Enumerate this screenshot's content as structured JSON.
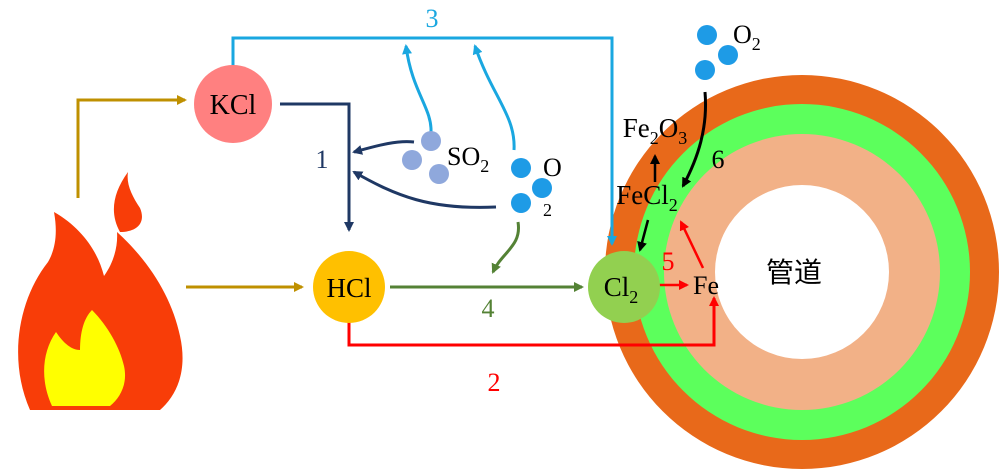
{
  "nodes": {
    "kcl": "KCl",
    "hcl": "HCl",
    "cl2_main": "Cl",
    "cl2_sub": "2",
    "fe": "Fe",
    "pipe": "管道",
    "so2_main": "SO",
    "so2_sub": "2",
    "o2_a_main": "O",
    "o2_a_sub": "2",
    "o2_b_main": "O",
    "o2_b_sub": "2",
    "fe2o3_fe": "Fe",
    "fe2o3_2": "2",
    "fe2o3_o": "O",
    "fe2o3_3": "3",
    "fecl2_main": "FeCl",
    "fecl2_sub": "2"
  },
  "pathways": {
    "p1": "1",
    "p2": "2",
    "p3": "3",
    "p4": "4",
    "p5": "5",
    "p6": "6"
  },
  "colors": {
    "ring_outer": "#e8691a",
    "ring_green": "#5cff5c",
    "ring_peach": "#f2b187",
    "kcl_circle": "#ff8080",
    "hcl_circle": "#ffc000",
    "cl2_circle": "#92d050",
    "path1": "#1f3864",
    "path2": "#ff0000",
    "path3": "#1aa7e0",
    "path4": "#548235",
    "path5": "#ff0000",
    "path6": "#000000",
    "source_arrow": "#bf9000",
    "so2_molecule": "#8fa8dc",
    "o2_molecule": "#1e9be6"
  }
}
